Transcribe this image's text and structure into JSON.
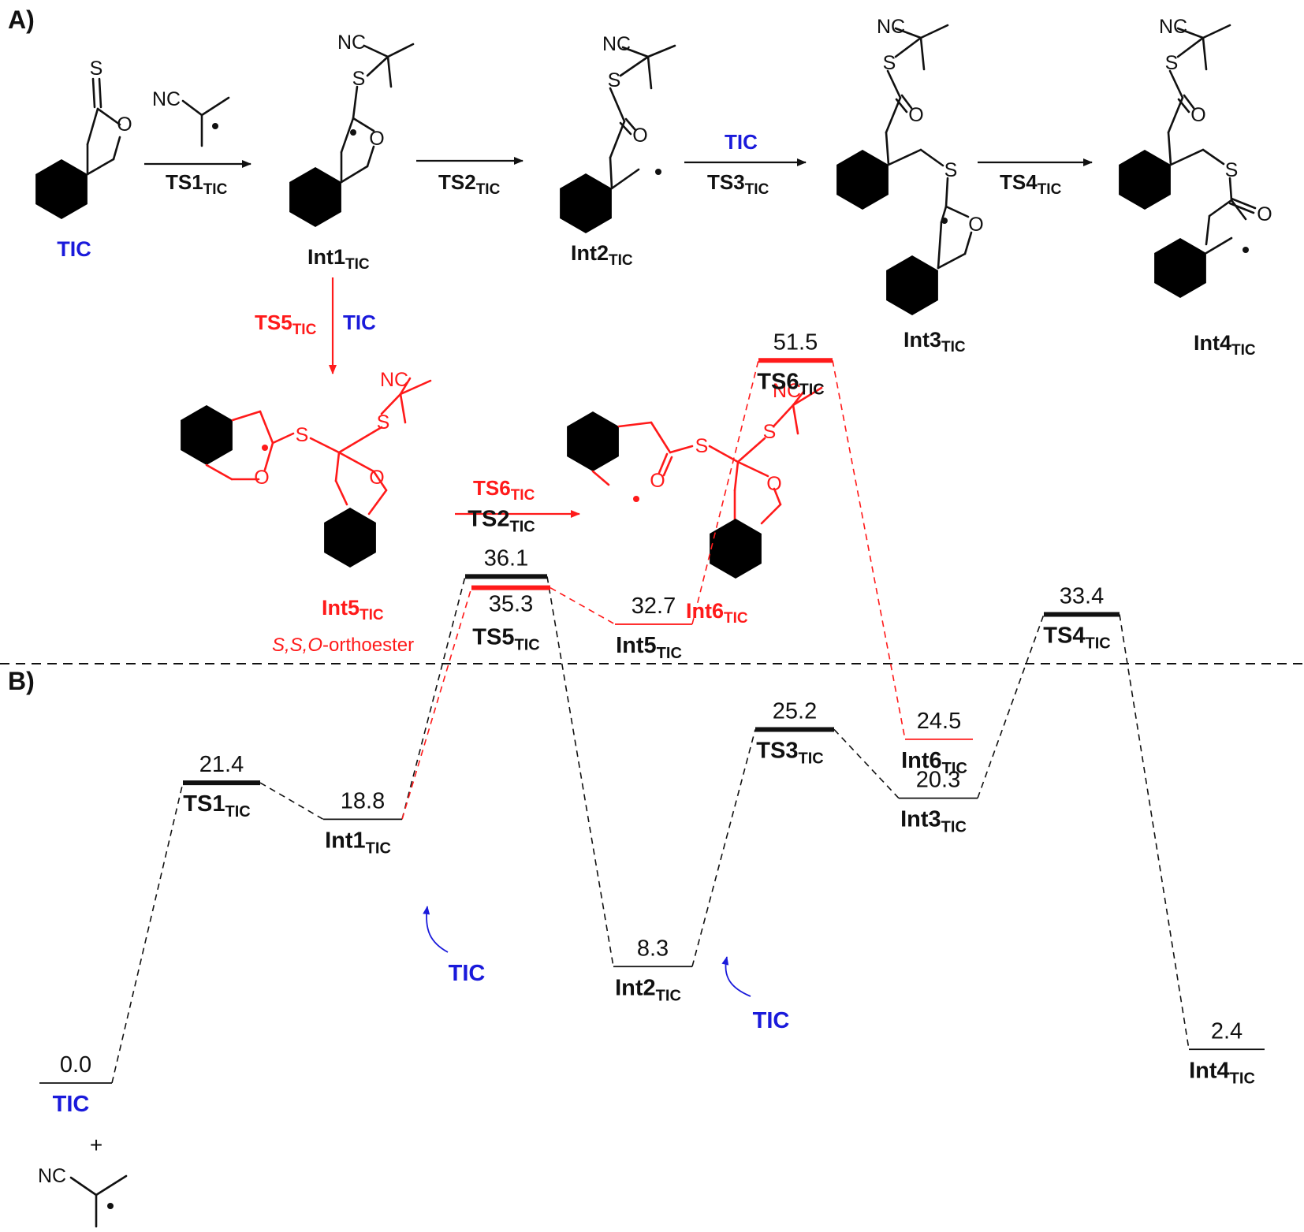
{
  "panels": {
    "a_label": "A)",
    "b_label": "B)"
  },
  "colors": {
    "black": "#111111",
    "red": "#ff1a1a",
    "blue": "#1a1adb"
  },
  "subscript": "TIC",
  "atoms": {
    "S": "S",
    "O": "O",
    "NC": "NC"
  },
  "scheme": {
    "species": {
      "tic": "TIC",
      "int1": "Int1",
      "int2": "Int2",
      "int3": "Int3",
      "int4": "Int4",
      "int5": "Int5",
      "int6": "Int6"
    },
    "orthoester_italic": "S,S,O",
    "orthoester_suffix": "-orthoester",
    "arrows": {
      "ts1": "TS1",
      "ts2": "TS2",
      "ts3": "TS3",
      "ts3_reagent": "TIC",
      "ts4": "TS4",
      "ts5": "TS5",
      "ts5_reagent": "TIC",
      "ts6": "TS6"
    }
  },
  "diagram": {
    "levels": [
      {
        "key": "tic",
        "label": "TIC",
        "value": 0.0,
        "value_text": "0.0",
        "color": "black",
        "kind": "min"
      },
      {
        "key": "ts1",
        "label": "TS1",
        "value": 21.4,
        "value_text": "21.4",
        "color": "black",
        "kind": "ts"
      },
      {
        "key": "int1",
        "label": "Int1",
        "value": 18.8,
        "value_text": "18.8",
        "color": "black",
        "kind": "min"
      },
      {
        "key": "ts2",
        "label": "TS2",
        "value": 36.1,
        "value_text": "36.1",
        "color": "black",
        "kind": "ts"
      },
      {
        "key": "ts5",
        "label": "TS5",
        "value": 35.3,
        "value_text": "35.3",
        "color": "red",
        "kind": "ts"
      },
      {
        "key": "int5",
        "label": "Int5",
        "value": 32.7,
        "value_text": "32.7",
        "color": "red",
        "kind": "min"
      },
      {
        "key": "ts6",
        "label": "TS6",
        "value": 51.5,
        "value_text": "51.5",
        "color": "red",
        "kind": "ts"
      },
      {
        "key": "int6",
        "label": "Int6",
        "value": 24.5,
        "value_text": "24.5",
        "color": "red",
        "kind": "min"
      },
      {
        "key": "int2",
        "label": "Int2",
        "value": 8.3,
        "value_text": "8.3",
        "color": "black",
        "kind": "min"
      },
      {
        "key": "ts3",
        "label": "TS3",
        "value": 25.2,
        "value_text": "25.2",
        "color": "black",
        "kind": "ts"
      },
      {
        "key": "int3",
        "label": "Int3",
        "value": 20.3,
        "value_text": "20.3",
        "color": "black",
        "kind": "min"
      },
      {
        "key": "ts4",
        "label": "TS4",
        "value": 33.4,
        "value_text": "33.4",
        "color": "black",
        "kind": "ts"
      },
      {
        "key": "int4",
        "label": "Int4",
        "value": 2.4,
        "value_text": "2.4",
        "color": "black",
        "kind": "min"
      }
    ],
    "paths": [
      {
        "color": "black",
        "sequence": [
          "tic",
          "ts1",
          "int1",
          "ts2",
          "int2",
          "ts3",
          "int3",
          "ts4",
          "int4"
        ]
      },
      {
        "color": "red",
        "sequence": [
          "int1",
          "ts5",
          "int5",
          "ts6",
          "int6"
        ]
      }
    ],
    "tic_arrow_label": "TIC",
    "plus": "+"
  }
}
